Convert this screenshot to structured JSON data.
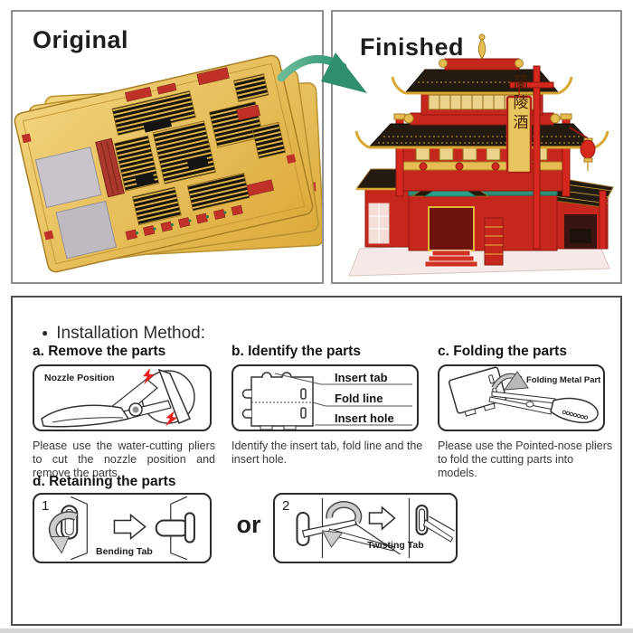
{
  "panels": {
    "original": {
      "title": "Original"
    },
    "finished": {
      "title": "Finished",
      "model_banner_text": "蘭陵酒"
    }
  },
  "installation": {
    "bullet": "●",
    "header": "Installation Method:",
    "steps": {
      "a": {
        "title": "a. Remove the parts",
        "box_label": "Nozzle Position",
        "caption": "Please use the water-cutting pliers to cut the nozzle position and remove the parts."
      },
      "b": {
        "title": "b. Identify the parts",
        "labels": {
          "insert_tab": "Insert tab",
          "fold_line": "Fold line",
          "insert_hole": "Insert hole"
        },
        "caption": "Identify the insert tab, fold line and the insert hole."
      },
      "c": {
        "title": "c. Folding the parts",
        "box_label": "Folding Metal Part",
        "caption": "Please use the Pointed-nose pliers to fold the cutting parts into models."
      },
      "d": {
        "title": "d. Retaining the parts",
        "or_label": "or",
        "options": [
          {
            "number": "1",
            "label": "Bending Tab"
          },
          {
            "number": "2",
            "label": "Twisting Tab"
          }
        ]
      }
    }
  },
  "colors": {
    "arrow_green": "#2f9b74",
    "sheet_gold": "#e9c65e",
    "model_red": "#c6271c",
    "trim_gold": "#dfaf3e",
    "bolt_red": "#e8201e",
    "silver": "#c7c2c8",
    "roof_black": "#241b10",
    "teal_accent": "#2e8f7a"
  }
}
